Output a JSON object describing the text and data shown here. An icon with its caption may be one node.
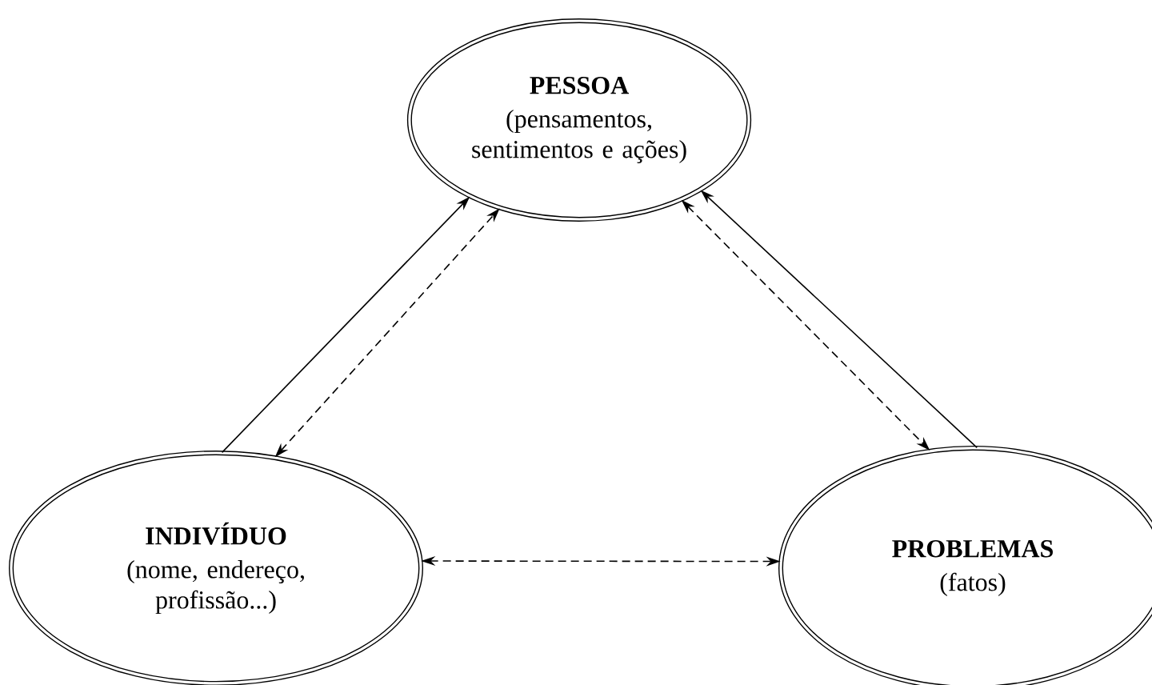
{
  "diagram": {
    "nodes": [
      {
        "text": [
          "PESSOA",
          "(pensamentos, sentimentos e ações)"
        ]
      },
      {
        "text": [
          "INDIVÍDUO",
          "(nome, endereço, profissão...)"
        ]
      },
      {
        "text": [
          "PROBLEMAS",
          "(fatos)"
        ]
      }
    ],
    "edges": [
      {
        "from": 1,
        "to": 0,
        "arrow": "to"
      },
      {
        "from": 1,
        "to": 0,
        "arrow": "both",
        "style": "dashed"
      },
      {
        "from": 0,
        "to": 2,
        "arrow": "both",
        "style": "dashed"
      },
      {
        "from": 2,
        "to": 0,
        "arrow": "to"
      },
      {
        "from": 1,
        "to": 2,
        "arrow": "both",
        "style": "dashed"
      }
    ]
  }
}
